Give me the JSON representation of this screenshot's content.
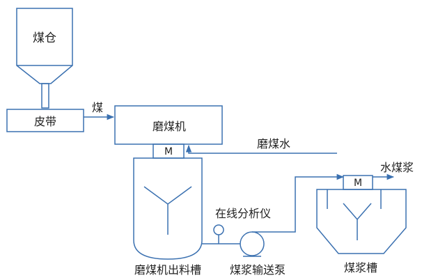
{
  "colors": {
    "line": "#3a70b0",
    "text": "#222222",
    "background": "#ffffff"
  },
  "labels": {
    "coal_bin": "煤仓",
    "belt": "皮带",
    "coal": "煤",
    "mill": "磨煤机",
    "mill_water": "磨煤水",
    "motor": "M",
    "analyzer": "在线分析仪",
    "mill_outlet_tank": "磨煤机出料槽",
    "slurry_pump": "煤浆输送泵",
    "coal_water_slurry": "水煤浆",
    "slurry_tank": "煤浆槽"
  }
}
